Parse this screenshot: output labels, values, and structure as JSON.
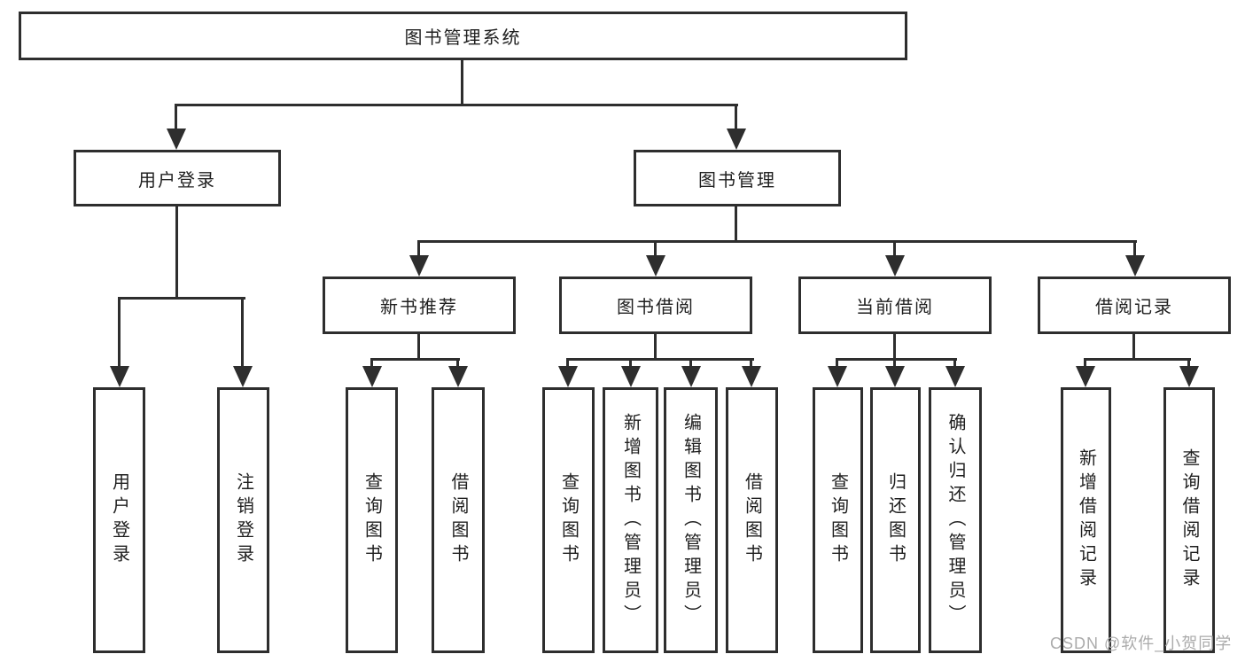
{
  "diagram": {
    "root": {
      "label": "图书管理系统"
    },
    "branches": [
      {
        "label": "用户登录",
        "children": [
          {
            "label": "用户登录"
          },
          {
            "label": "注销登录"
          }
        ]
      },
      {
        "label": "图书管理",
        "children": [
          {
            "label": "新书推荐",
            "children": [
              {
                "label": "查询图书"
              },
              {
                "label": "借阅图书"
              }
            ]
          },
          {
            "label": "图书借阅",
            "children": [
              {
                "label": "查询图书"
              },
              {
                "label": "新增图书（管理员）"
              },
              {
                "label": "编辑图书（管理员）"
              },
              {
                "label": "借阅图书"
              }
            ]
          },
          {
            "label": "当前借阅",
            "children": [
              {
                "label": "查询图书"
              },
              {
                "label": "归还图书"
              },
              {
                "label": "确认归还（管理员）"
              }
            ]
          },
          {
            "label": "借阅记录",
            "children": [
              {
                "label": "新增借阅记录"
              },
              {
                "label": "查询借阅记录"
              }
            ]
          }
        ]
      }
    ]
  },
  "watermark": "CSDN @软件_小贺同学",
  "colors": {
    "line": "#2e2e2e",
    "text": "#1f1f1f",
    "background": "#ffffff",
    "watermark": "#ababab"
  }
}
